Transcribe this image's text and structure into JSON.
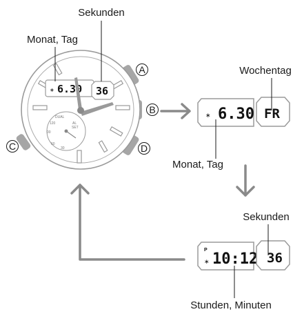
{
  "labels": {
    "watch_seconds": "Sekunden",
    "watch_date": "Monat, Tag",
    "day_of_week": "Wochentag",
    "date_screen_date": "Monat, Tag",
    "time_screen_seconds": "Sekunden",
    "time_screen_time": "Stunden, Minuten"
  },
  "buttons": {
    "a": "A",
    "b": "B",
    "c": "C",
    "d": "D"
  },
  "watch_display": {
    "date": "6.30",
    "seconds": "36"
  },
  "date_screen": {
    "date": "6.30",
    "day": "FR"
  },
  "time_screen": {
    "indicator": "P",
    "time": "10:12",
    "seconds": "36"
  },
  "dial_marks": {
    "dual_time": "DUAL",
    "scale_120": "120",
    "scale_60": "60",
    "scale_30": "30",
    "alarm": "AL",
    "set": "SET",
    "hour_00": "00"
  },
  "colors": {
    "outline": "#9a9a9a",
    "arrow": "#8a8a8a",
    "text": "#1a1a1a",
    "button": "#a6a6a6"
  }
}
